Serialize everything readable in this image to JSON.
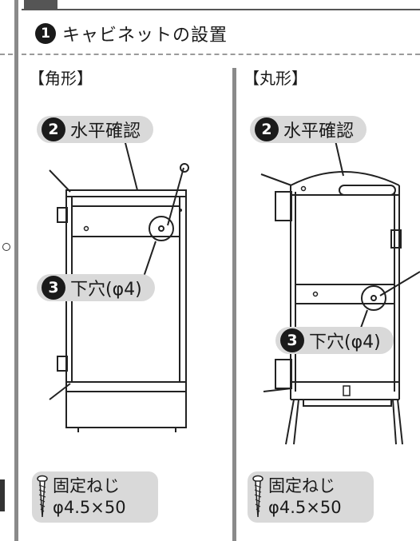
{
  "header": {
    "step_number": "1",
    "title": "キャビネットの設置"
  },
  "left": {
    "label": "【角形】",
    "level_step": "2",
    "level_text": "水平確認",
    "hole_step": "3",
    "hole_text": "下穴(φ4)",
    "screw_line1": "固定ねじ",
    "screw_line2": "φ4.5×50"
  },
  "right": {
    "label": "【丸形】",
    "level_step": "2",
    "level_text": "水平確認",
    "hole_step": "3",
    "hole_text": "下穴(φ4)",
    "screw_line1": "固定ねじ",
    "screw_line2": "φ4.5×50"
  },
  "colors": {
    "pill_bg": "#d9d9d9",
    "line": "#8a8a8a",
    "ink": "#1a1a1a"
  }
}
